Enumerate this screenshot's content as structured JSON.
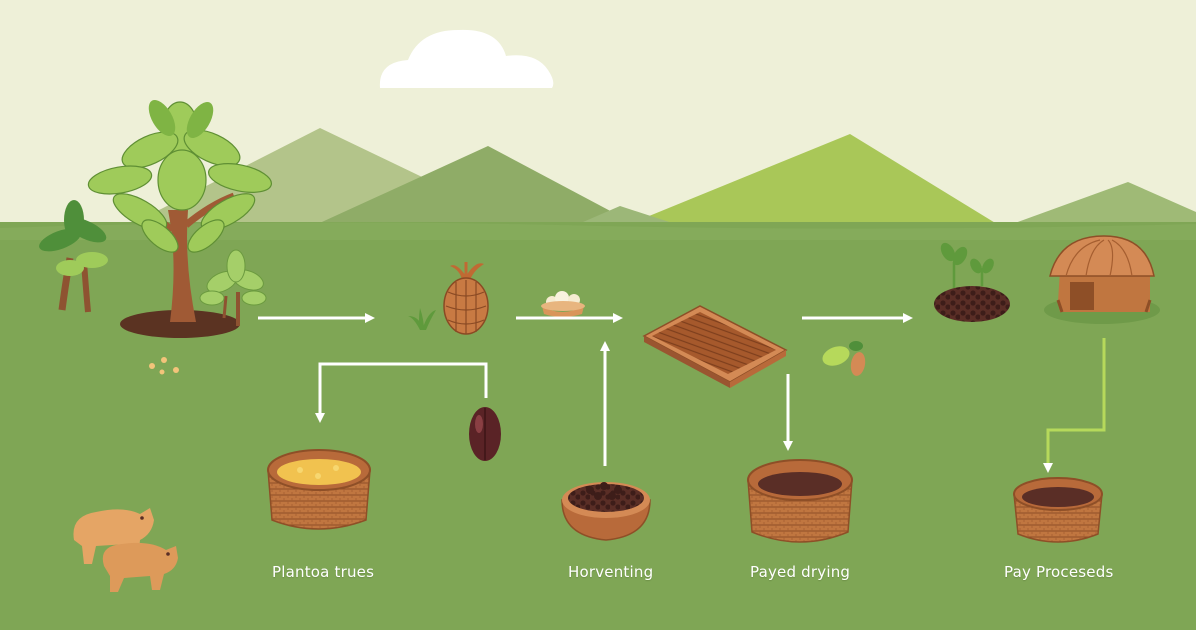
{
  "colors": {
    "sky": "#eef0d8",
    "ground": "#7fa655",
    "mountain_dark": "#8fac67",
    "mountain_light": "#a9c758",
    "arrow": "#ffffff",
    "arrow_green": "#b6d95b",
    "wood": "#b86a3a",
    "wood_light": "#d48a55",
    "bean_dark": "#4a2420"
  },
  "stages": [
    {
      "id": "plant",
      "label": "Plantoa trues"
    },
    {
      "id": "harvest",
      "label": "Horventing"
    },
    {
      "id": "drying",
      "label": "Payed drying"
    },
    {
      "id": "processed",
      "label": "Pay Proceseds"
    }
  ],
  "icons": [
    "cloud-icon",
    "cacao-tree-icon",
    "small-tree-icon",
    "palm-tree-icon",
    "flowers-icon",
    "cacao-pod-icon",
    "seedling-icon",
    "cacao-fruit-icon",
    "bean-pulp-bowl-icon",
    "fermented-pulp-basket-icon",
    "drying-tray-icon",
    "beans-bowl-icon",
    "leaf-sprout-icon",
    "drying-basket-icon",
    "sprouting-beans-icon",
    "storage-hut-icon",
    "processed-basket-icon",
    "capybara-icon"
  ]
}
